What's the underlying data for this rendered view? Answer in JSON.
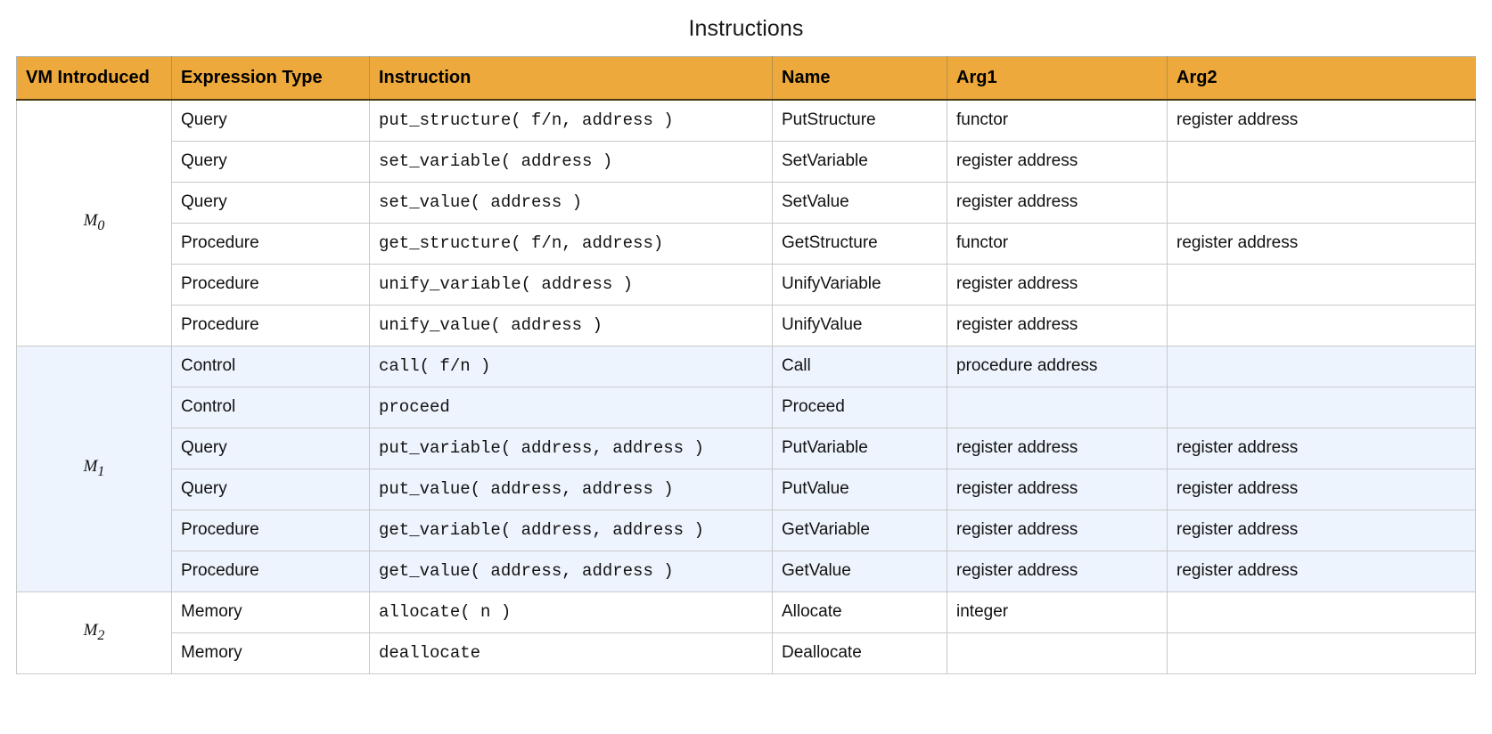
{
  "document": {
    "title": "Instructions"
  },
  "colors": {
    "header_background": "#eda93c",
    "header_text": "#000000",
    "group_m1_background": "#eef4fd",
    "group_m0_background": "#ffffff",
    "group_m2_background": "#ffffff",
    "grid_line": "#c9c9c9",
    "table_border": "#b4b4b4"
  },
  "table": {
    "columns": [
      "VM Introduced",
      "Expression Type",
      "Instruction",
      "Name",
      "Arg1",
      "Arg2"
    ],
    "groups": [
      {
        "vm": "M",
        "vm_subscript": "0",
        "vm_label": "M0",
        "shaded": false,
        "rows": [
          {
            "expression_type": "Query",
            "instruction": "put_structure( f/n, address )",
            "name": "PutStructure",
            "arg1": "functor",
            "arg2": "register address"
          },
          {
            "expression_type": "Query",
            "instruction": "set_variable( address )",
            "name": "SetVariable",
            "arg1": "register address",
            "arg2": ""
          },
          {
            "expression_type": "Query",
            "instruction": "set_value( address )",
            "name": "SetValue",
            "arg1": "register address",
            "arg2": ""
          },
          {
            "expression_type": "Procedure",
            "instruction": "get_structure( f/n, address)",
            "name": "GetStructure",
            "arg1": "functor",
            "arg2": "register address"
          },
          {
            "expression_type": "Procedure",
            "instruction": "unify_variable( address )",
            "name": "UnifyVariable",
            "arg1": "register address",
            "arg2": ""
          },
          {
            "expression_type": "Procedure",
            "instruction": "unify_value( address )",
            "name": "UnifyValue",
            "arg1": "register address",
            "arg2": ""
          }
        ]
      },
      {
        "vm": "M",
        "vm_subscript": "1",
        "vm_label": "M1",
        "shaded": true,
        "rows": [
          {
            "expression_type": "Control",
            "instruction": "call( f/n )",
            "name": "Call",
            "arg1": "procedure address",
            "arg2": ""
          },
          {
            "expression_type": "Control",
            "instruction": "proceed",
            "name": "Proceed",
            "arg1": "",
            "arg2": ""
          },
          {
            "expression_type": "Query",
            "instruction": "put_variable( address, address )",
            "name": "PutVariable",
            "arg1": "register address",
            "arg2": "register address"
          },
          {
            "expression_type": "Query",
            "instruction": "put_value( address, address )",
            "name": "PutValue",
            "arg1": "register address",
            "arg2": "register address"
          },
          {
            "expression_type": "Procedure",
            "instruction": "get_variable( address, address )",
            "name": "GetVariable",
            "arg1": "register address",
            "arg2": "register address"
          },
          {
            "expression_type": "Procedure",
            "instruction": "get_value( address, address )",
            "name": "GetValue",
            "arg1": "register address",
            "arg2": "register address"
          }
        ]
      },
      {
        "vm": "M",
        "vm_subscript": "2",
        "vm_label": "M2",
        "shaded": false,
        "rows": [
          {
            "expression_type": "Memory",
            "instruction": "allocate( n )",
            "name": "Allocate",
            "arg1": "integer",
            "arg2": ""
          },
          {
            "expression_type": "Memory",
            "instruction": "deallocate",
            "name": "Deallocate",
            "arg1": "",
            "arg2": ""
          }
        ]
      }
    ]
  }
}
